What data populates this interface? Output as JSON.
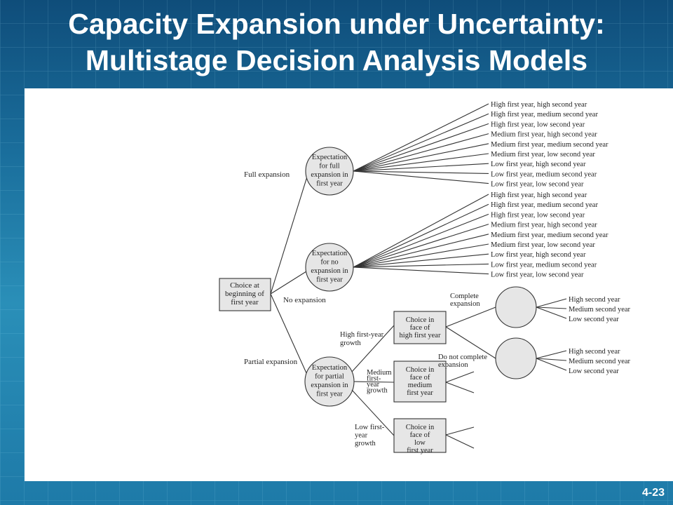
{
  "slide": {
    "title_line1": "Capacity Expansion under Uncertainty:",
    "title_line2": "Multistage Decision Analysis Models",
    "page_number": "4-23"
  },
  "diagram": {
    "root": [
      "Choice at",
      "beginning of",
      "first year"
    ],
    "branch_labels": {
      "full": "Full expansion",
      "none": "No expansion",
      "partial": "Partial expansion"
    },
    "chance_full": [
      "Expectation",
      "for full",
      "expansion in",
      "first year"
    ],
    "chance_none": [
      "Expectation",
      "for no",
      "expansion in",
      "first year"
    ],
    "chance_partial": [
      "Expectation",
      "for partial",
      "expansion in",
      "first year"
    ],
    "outcomes_two_year": [
      "High first year, high second year",
      "High first year, medium second year",
      "High first year, low second year",
      "Medium first year, high second year",
      "Medium first year, medium second year",
      "Medium first year, low second year",
      "Low first year, high second year",
      "Low first year, medium second year",
      "Low first year, low second year"
    ],
    "growth_high": [
      "High first-year",
      "growth"
    ],
    "growth_medium": [
      "Medium",
      "first-",
      "year",
      "growth"
    ],
    "growth_low": [
      "Low first-",
      "year",
      "growth"
    ],
    "decision_high": [
      "Choice in",
      "face of",
      "high first year"
    ],
    "decision_medium": [
      "Choice in",
      "face of",
      "medium",
      "first year"
    ],
    "decision_low": [
      "Choice in",
      "face of",
      "low",
      "first year"
    ],
    "complete": [
      "Complete",
      "expansion"
    ],
    "not_complete": [
      "Do not complete",
      "expansion"
    ],
    "outcomes_second_year": [
      "High second year",
      "Medium second year",
      "Low second year"
    ]
  }
}
